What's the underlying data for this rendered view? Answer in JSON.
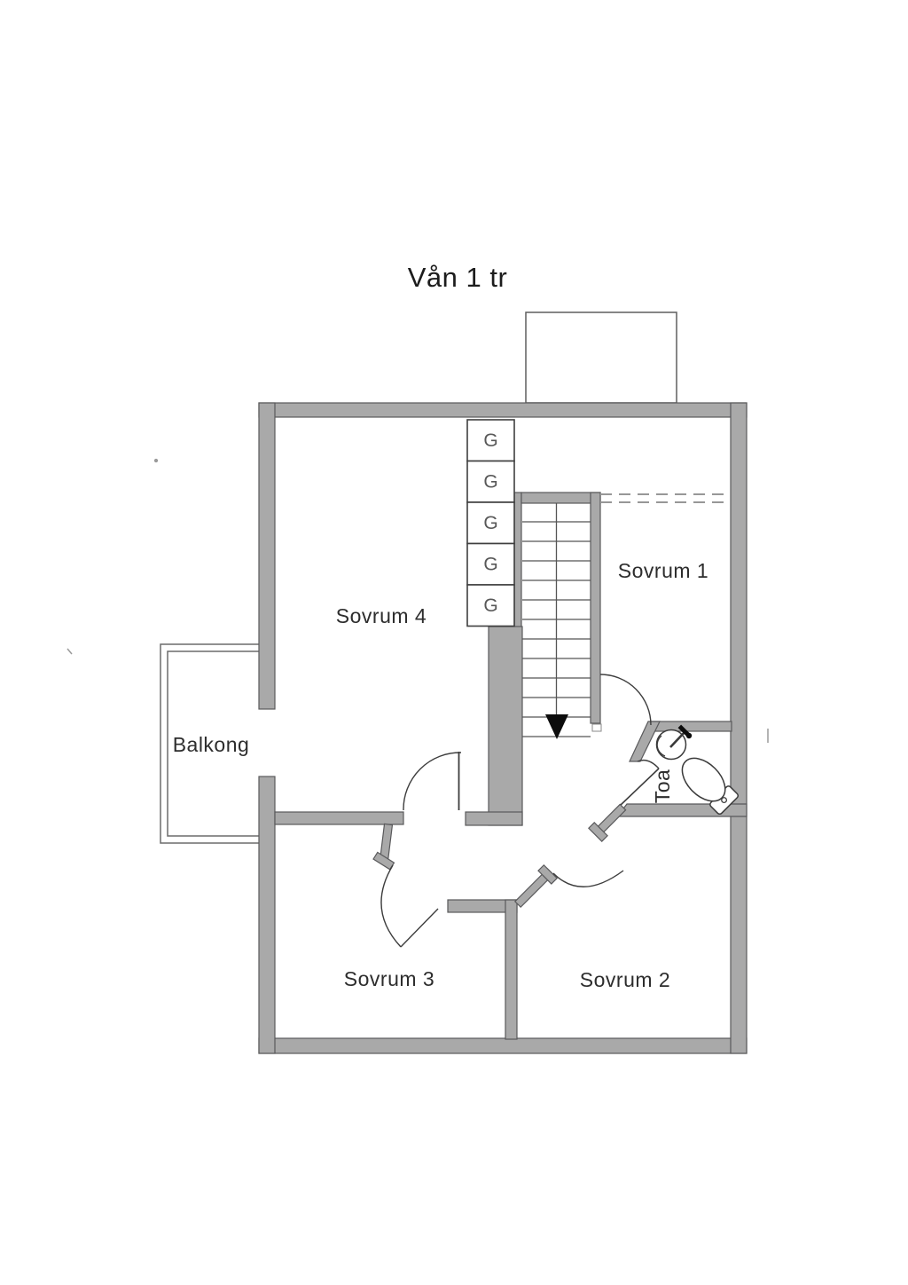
{
  "title": "Vån 1 tr",
  "rooms": [
    {
      "id": "sovrum-4",
      "label": "Sovrum 4"
    },
    {
      "id": "sovrum-1",
      "label": "Sovrum 1"
    },
    {
      "id": "sovrum-3",
      "label": "Sovrum 3"
    },
    {
      "id": "sovrum-2",
      "label": "Sovrum 2"
    },
    {
      "id": "balkong",
      "label": "Balkong"
    },
    {
      "id": "toa",
      "label": "Toa"
    }
  ],
  "wardrobe_labels": [
    "G",
    "G",
    "G",
    "G",
    "G"
  ],
  "colors": {
    "wall_fill": "#a9a9a9",
    "wall_edge": "#59595b",
    "thin_line": "#3d3d3d",
    "stair_line": "#555555",
    "dashed_line": "#979797",
    "text": "#2d2d2d",
    "cabinet_edge": "#3f3f3f",
    "fixture_edge": "#3a3a3a",
    "arrow": "#0c0c0c",
    "balcony_edge": "#6b6b6b",
    "canopy_edge": "#5f5f5f",
    "wardrobe_text": "#585858"
  }
}
